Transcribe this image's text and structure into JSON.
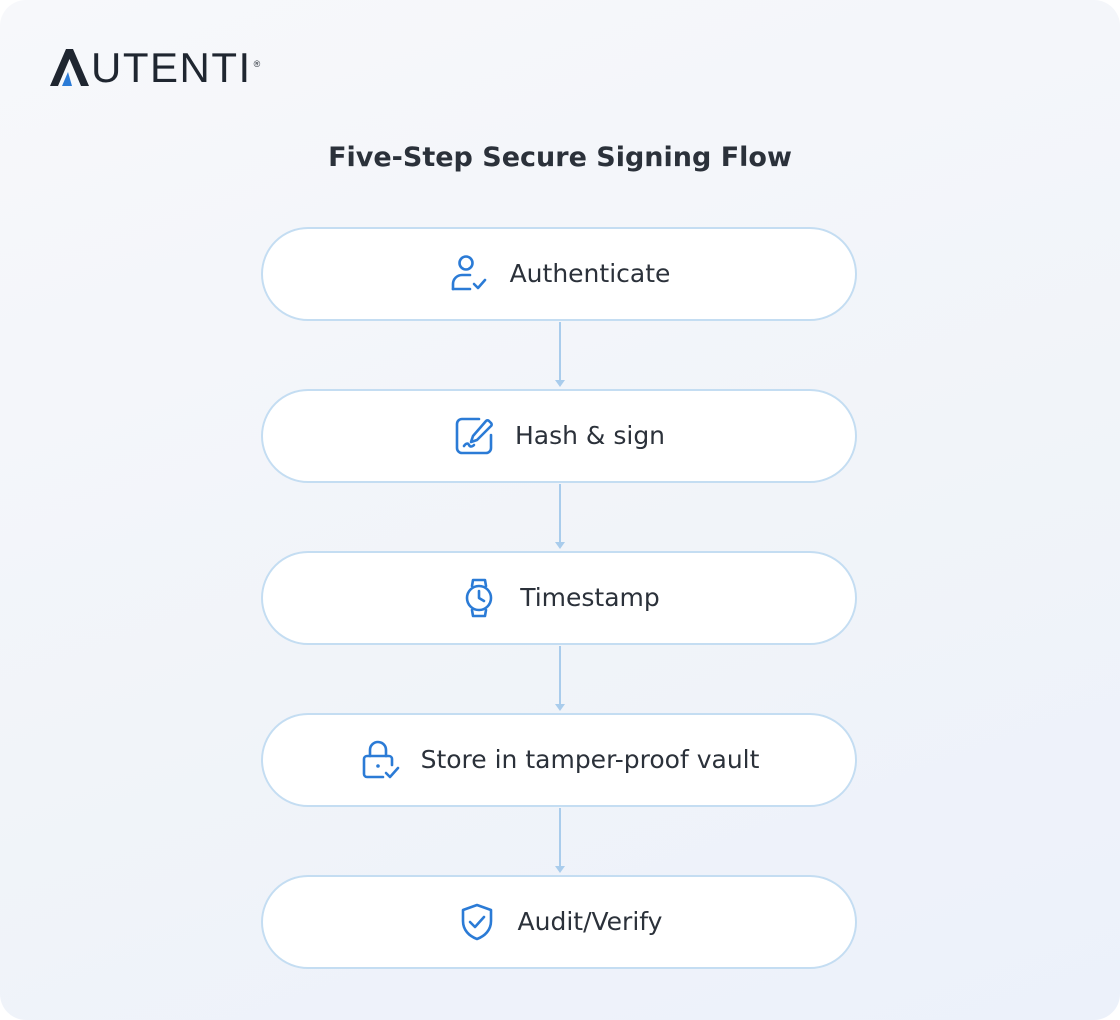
{
  "logo": {
    "word": "UTENTI",
    "registered_mark": "®"
  },
  "title": "Five-Step Secure Signing Flow",
  "steps": [
    {
      "label": "Authenticate",
      "icon": "user-check-icon"
    },
    {
      "label": "Hash & sign",
      "icon": "document-pen-icon"
    },
    {
      "label": "Timestamp",
      "icon": "watch-clock-icon"
    },
    {
      "label": "Store in tamper-proof vault",
      "icon": "lock-check-icon"
    },
    {
      "label": "Audit/Verify",
      "icon": "shield-check-icon"
    }
  ],
  "colors": {
    "icon": "#2b7bd6",
    "connector": "#a9ccec",
    "step_border": "#c4ddf2",
    "text": "#2b313a"
  }
}
